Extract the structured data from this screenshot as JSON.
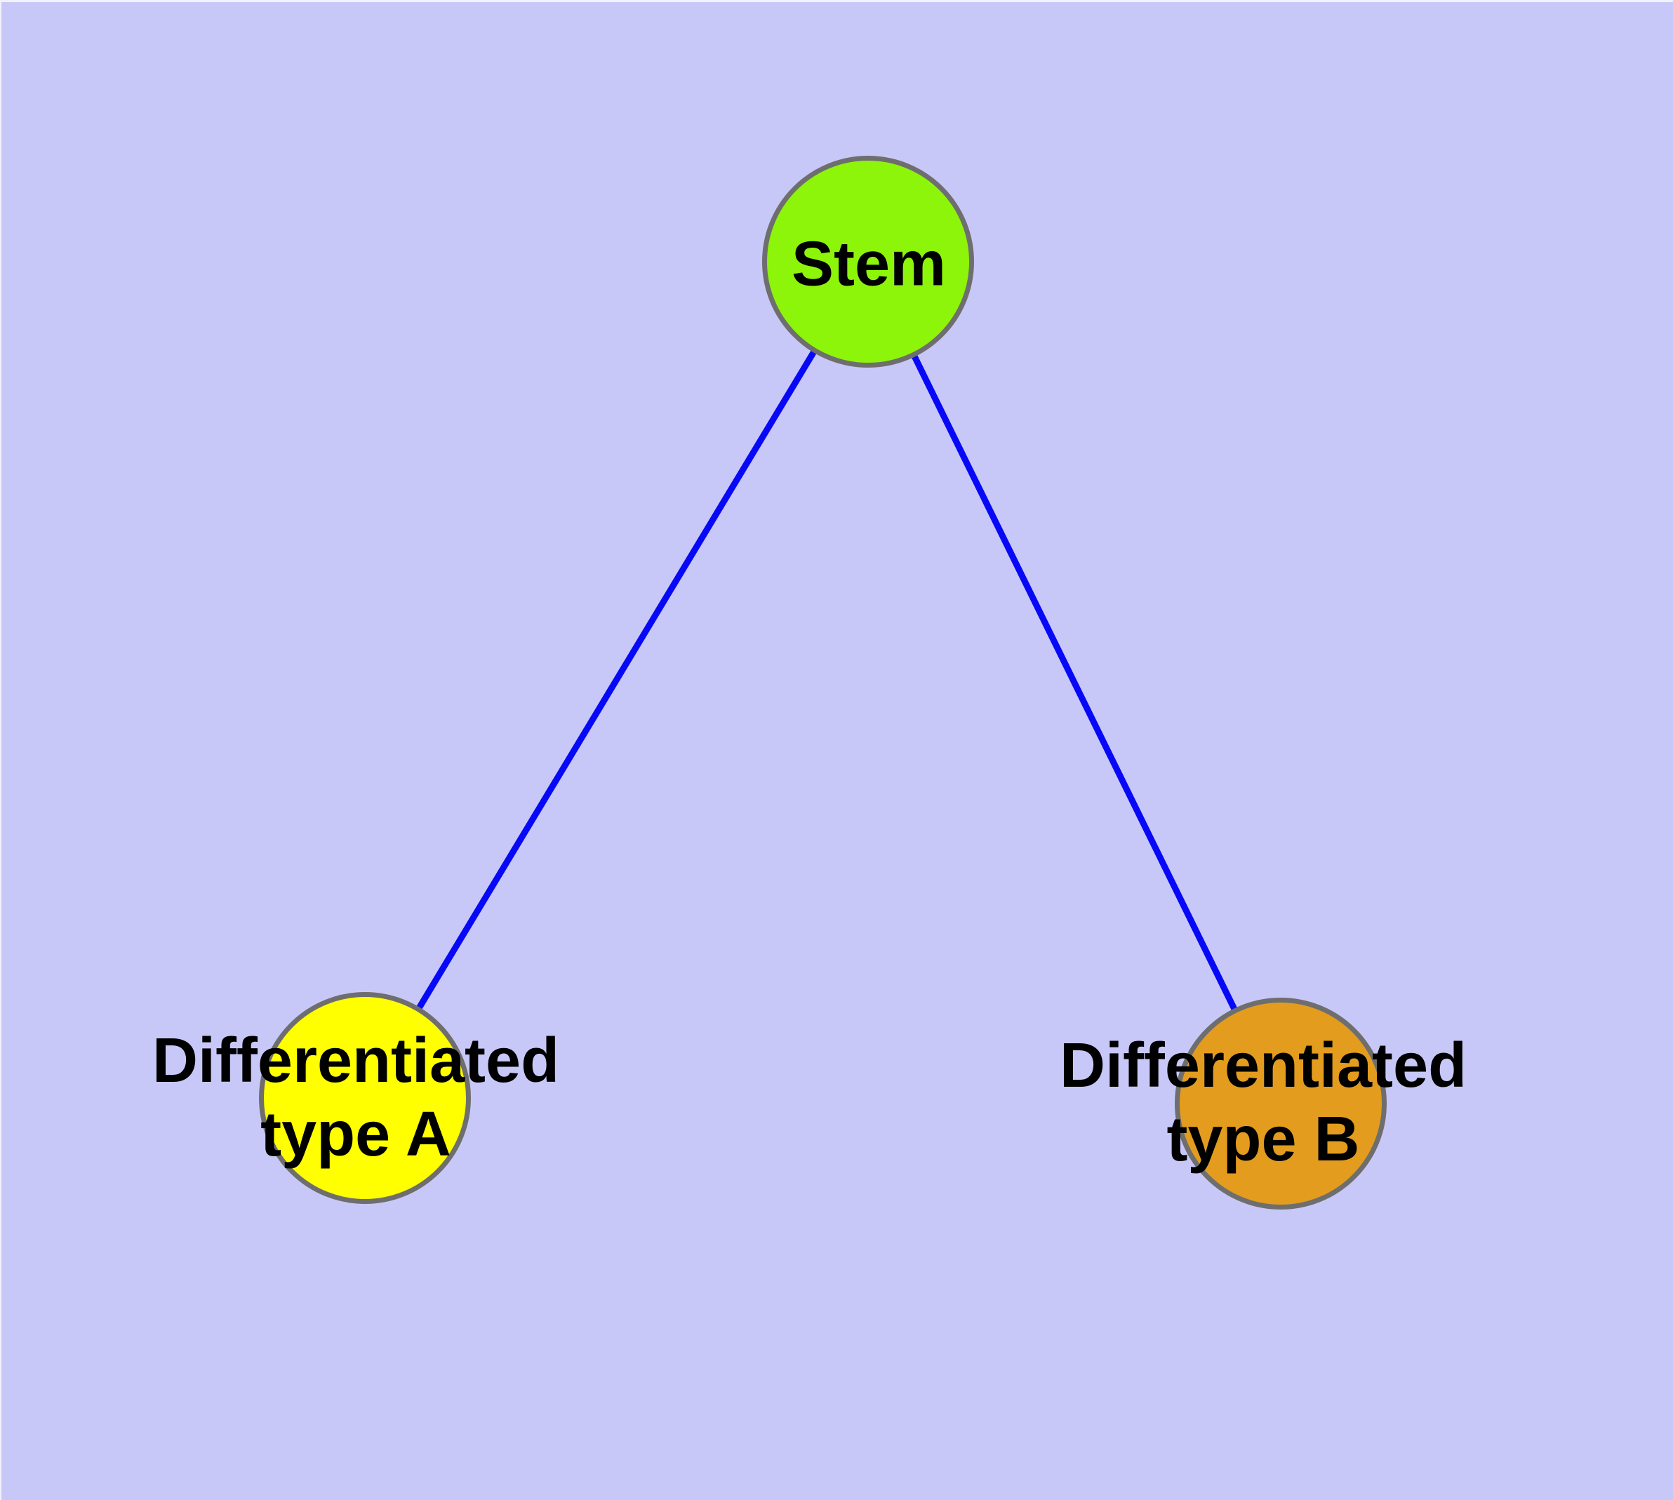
{
  "diagram": {
    "type": "node-link-graph",
    "title": "",
    "background_color": "#C8C8F8",
    "edge_color": "#0808F8",
    "node_border_color": "#6E6E6E",
    "label_color": "#000000",
    "nodes": [
      {
        "id": "stem",
        "label": "Stem",
        "label_line1": "Stem",
        "label_line2": "",
        "fill_color": "#8DF50A",
        "shape": "circle"
      },
      {
        "id": "differentiated-type-a",
        "label": "Differentiated type A",
        "label_line1": "Differentiated",
        "label_line2": "type A",
        "fill_color": "#FFFF00",
        "shape": "circle"
      },
      {
        "id": "differentiated-type-b",
        "label": "Differentiated type B",
        "label_line1": "Differentiated",
        "label_line2": "type B",
        "fill_color": "#E39C1E",
        "shape": "circle"
      }
    ],
    "edges": [
      {
        "from": "Stem",
        "to": "Differentiated type A"
      },
      {
        "from": "Stem",
        "to": "Differentiated type B"
      }
    ]
  }
}
